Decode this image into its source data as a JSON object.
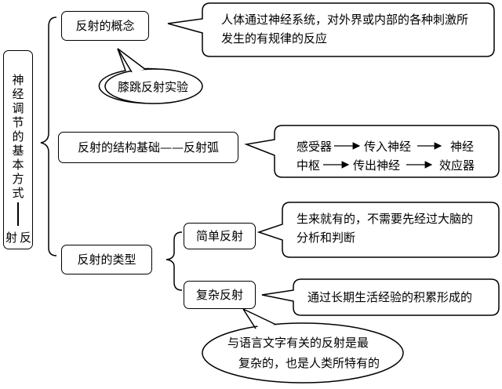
{
  "main_title": {
    "chars": [
      "神",
      "经",
      "调",
      "节",
      "的",
      "基",
      "本",
      "方",
      "式"
    ],
    "tail": "反射"
  },
  "concept": {
    "label": "反射的概念",
    "definition_line1": "人体通过神经系统，对外界或内部的各种刺激所",
    "definition_line2": "发生的有规律的反应",
    "experiment": "膝跳反射实验"
  },
  "structure": {
    "label": "反射的结构基础——反射弧",
    "row1": [
      "感受器",
      "传入神经",
      "神经"
    ],
    "row2": [
      "中枢",
      "传出神经",
      "效应器"
    ]
  },
  "types": {
    "label": "反射的类型",
    "simple": {
      "label": "简单反射",
      "desc_line1": "生来就有的，不需要先经过大脑的",
      "desc_line2": "分析和判断"
    },
    "complex": {
      "label": "复杂反射",
      "desc": "通过长期生活经验的积累形成的",
      "note_line1": "与语言文字有关的反射是最",
      "note_line2": "复杂的，也是人类所特有的"
    }
  }
}
